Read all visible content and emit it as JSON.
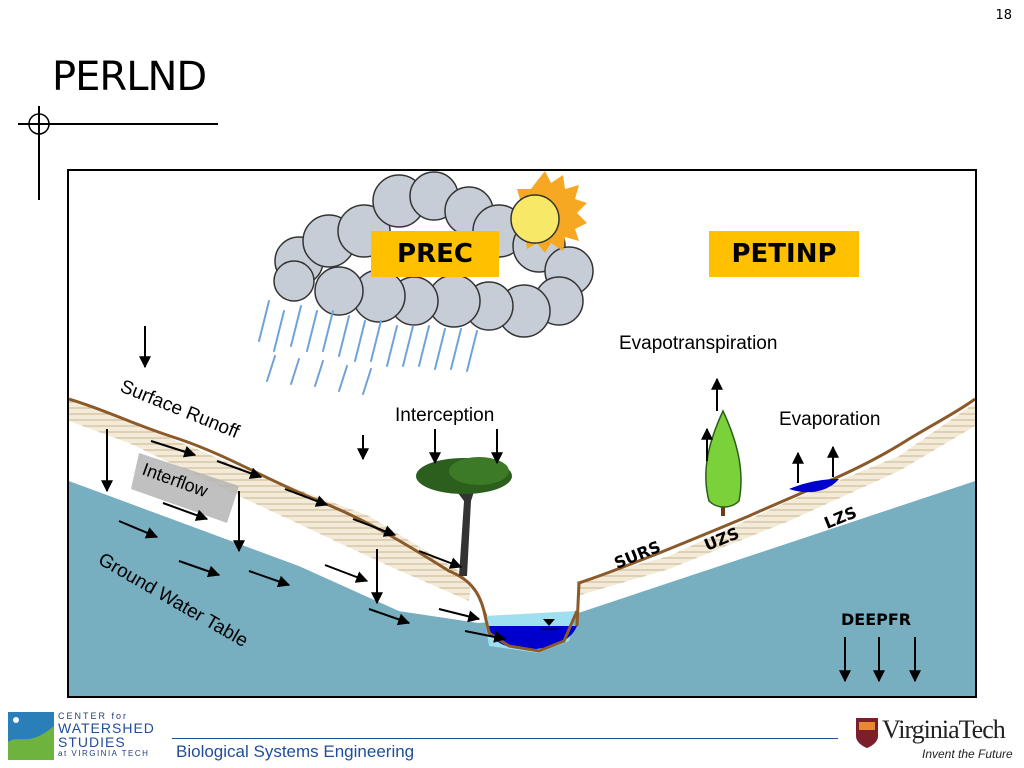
{
  "slide": {
    "number": "18",
    "title": "PERLND"
  },
  "diagram": {
    "labels": {
      "prec": "PREC",
      "petinp": "PETINP",
      "evapotranspiration": "Evapotranspiration",
      "evaporation": "Evaporation",
      "interception": "Interception",
      "surface_runoff": "Surface Runoff",
      "interflow": "Interflow",
      "ground_water_table": "Ground Water Table",
      "surs": "SURS",
      "uzs": "UZS",
      "lzs": "LZS",
      "deepfr": "DEEPFR"
    },
    "colors": {
      "label_box": "#ffc000",
      "groundwater": "#77aec0",
      "water": "#0000cc",
      "ground_line": "#8b5a2b",
      "sun": "#f7a823",
      "cloud": "#c6cdd6"
    }
  },
  "footer": {
    "department": "Biological Systems Engineering",
    "cws": {
      "line1": "CENTER for",
      "line2": "WATERSHED",
      "line3": "STUDIES",
      "line4": "at VIRGINIA TECH"
    },
    "vt": {
      "name": "VirginiaTech",
      "tagline": "Invent the Future"
    }
  }
}
